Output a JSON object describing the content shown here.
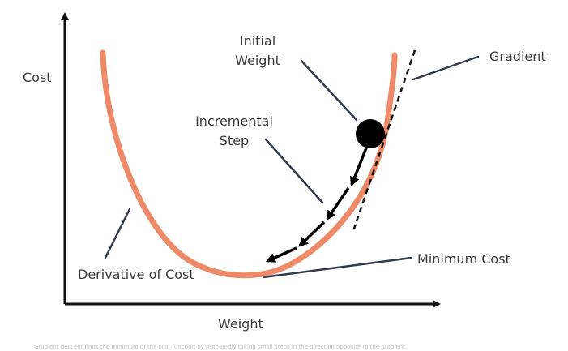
{
  "labels": {
    "y_axis": "Cost",
    "x_axis": "Weight",
    "initial_weight": [
      "Initial",
      "Weight"
    ],
    "gradient": "Gradient",
    "incremental_step": [
      "Incremental",
      "Step"
    ],
    "minimum_cost": "Minimum Cost",
    "derivative_of_cost": "Derivative of Cost"
  },
  "colors": {
    "curve": "#ef8a69",
    "axis": "#111111",
    "ball": "#000000",
    "pointer_line": "#2f3a4d",
    "text": "#3a3a3a"
  },
  "caption": "Gradient descent finds the minimum of the cost function by repeatedly taking small steps in the direction opposite to the gradient"
}
